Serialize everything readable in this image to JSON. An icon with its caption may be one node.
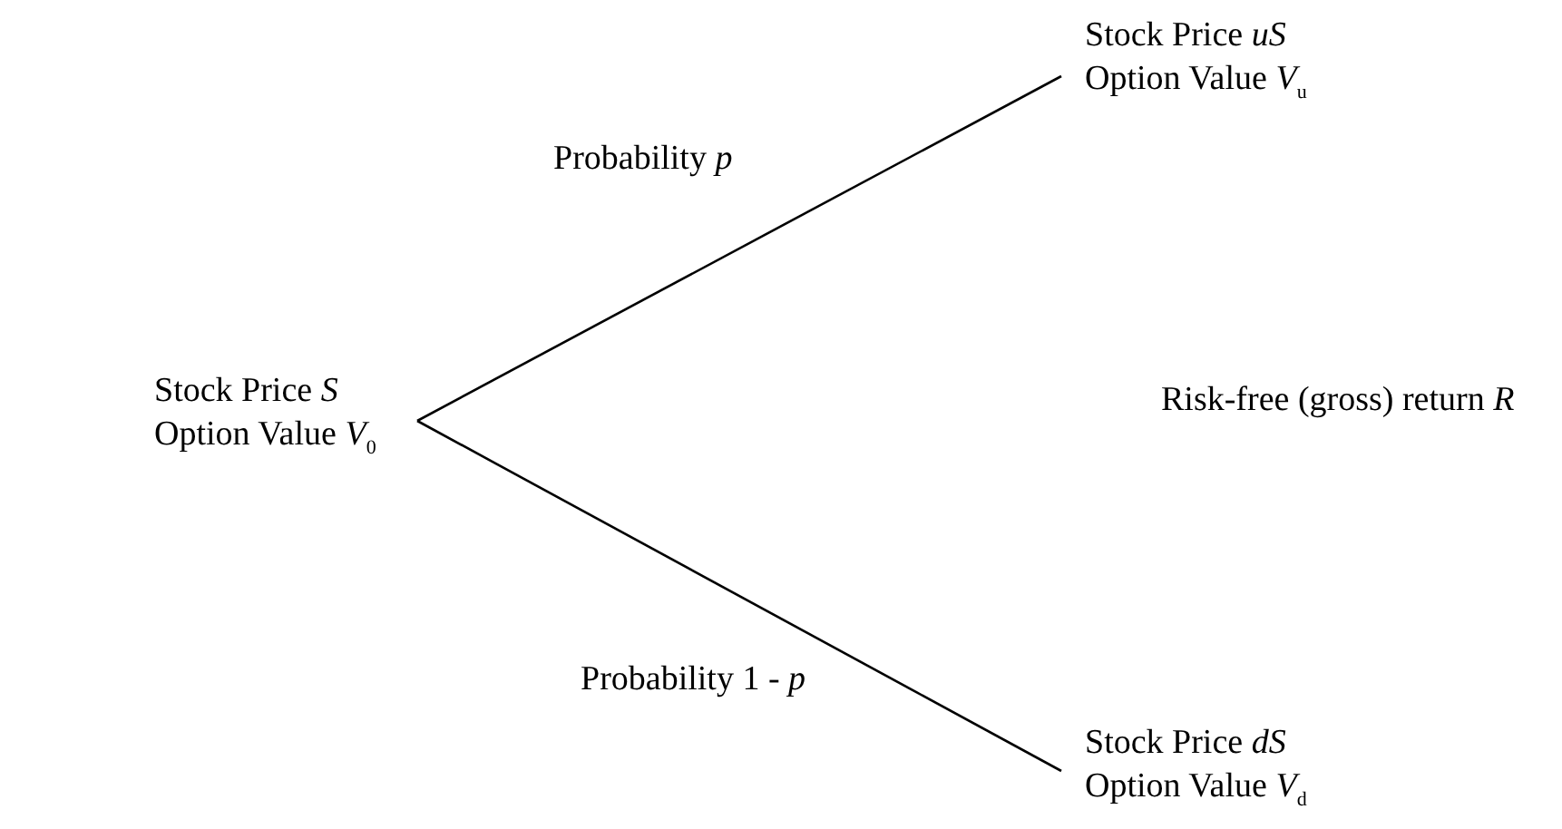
{
  "diagram": {
    "nodes": [
      {
        "text": [
          "Stock Price *S*",
          "Option Value *V*$_{0}$"
        ]
      },
      {
        "text": [
          "Stock Price *uS*",
          "Option Value *V*$_{u}$"
        ]
      },
      {
        "text": [
          "Stock Price *dS*",
          "Option Value *V*$_{d}$"
        ]
      }
    ],
    "edges": [
      {
        "from": 0,
        "to": 1,
        "arrow": "none",
        "label": "Probability *p*"
      },
      {
        "from": 0,
        "to": 2,
        "arrow": "none",
        "label": "Probability 1 - *p*"
      }
    ],
    "labels": [
      "Risk-free (gross) return *R*"
    ]
  }
}
